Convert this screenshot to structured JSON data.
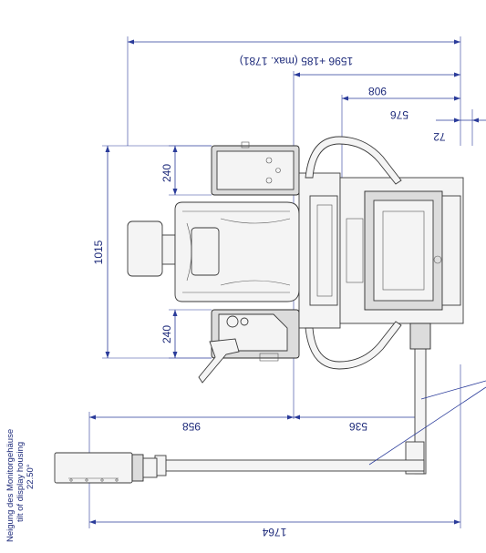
{
  "dimensions": {
    "top_total": "1596 +185 (max. 1781)",
    "top_908": "908",
    "top_576": "576",
    "top_72": "72",
    "left_1015": "1015",
    "left_240_upper": "240",
    "left_240_lower": "240",
    "bottom_958": "958",
    "bottom_536": "536",
    "bottom_1764": "1764"
  },
  "tilt_note": {
    "line1": "Neigung des Monitorgehäuse",
    "line2": "tilt of display housing",
    "line3": "22.50°"
  },
  "colors": {
    "dimension": "#1d2a7a",
    "outline": "#3a3a3a"
  }
}
